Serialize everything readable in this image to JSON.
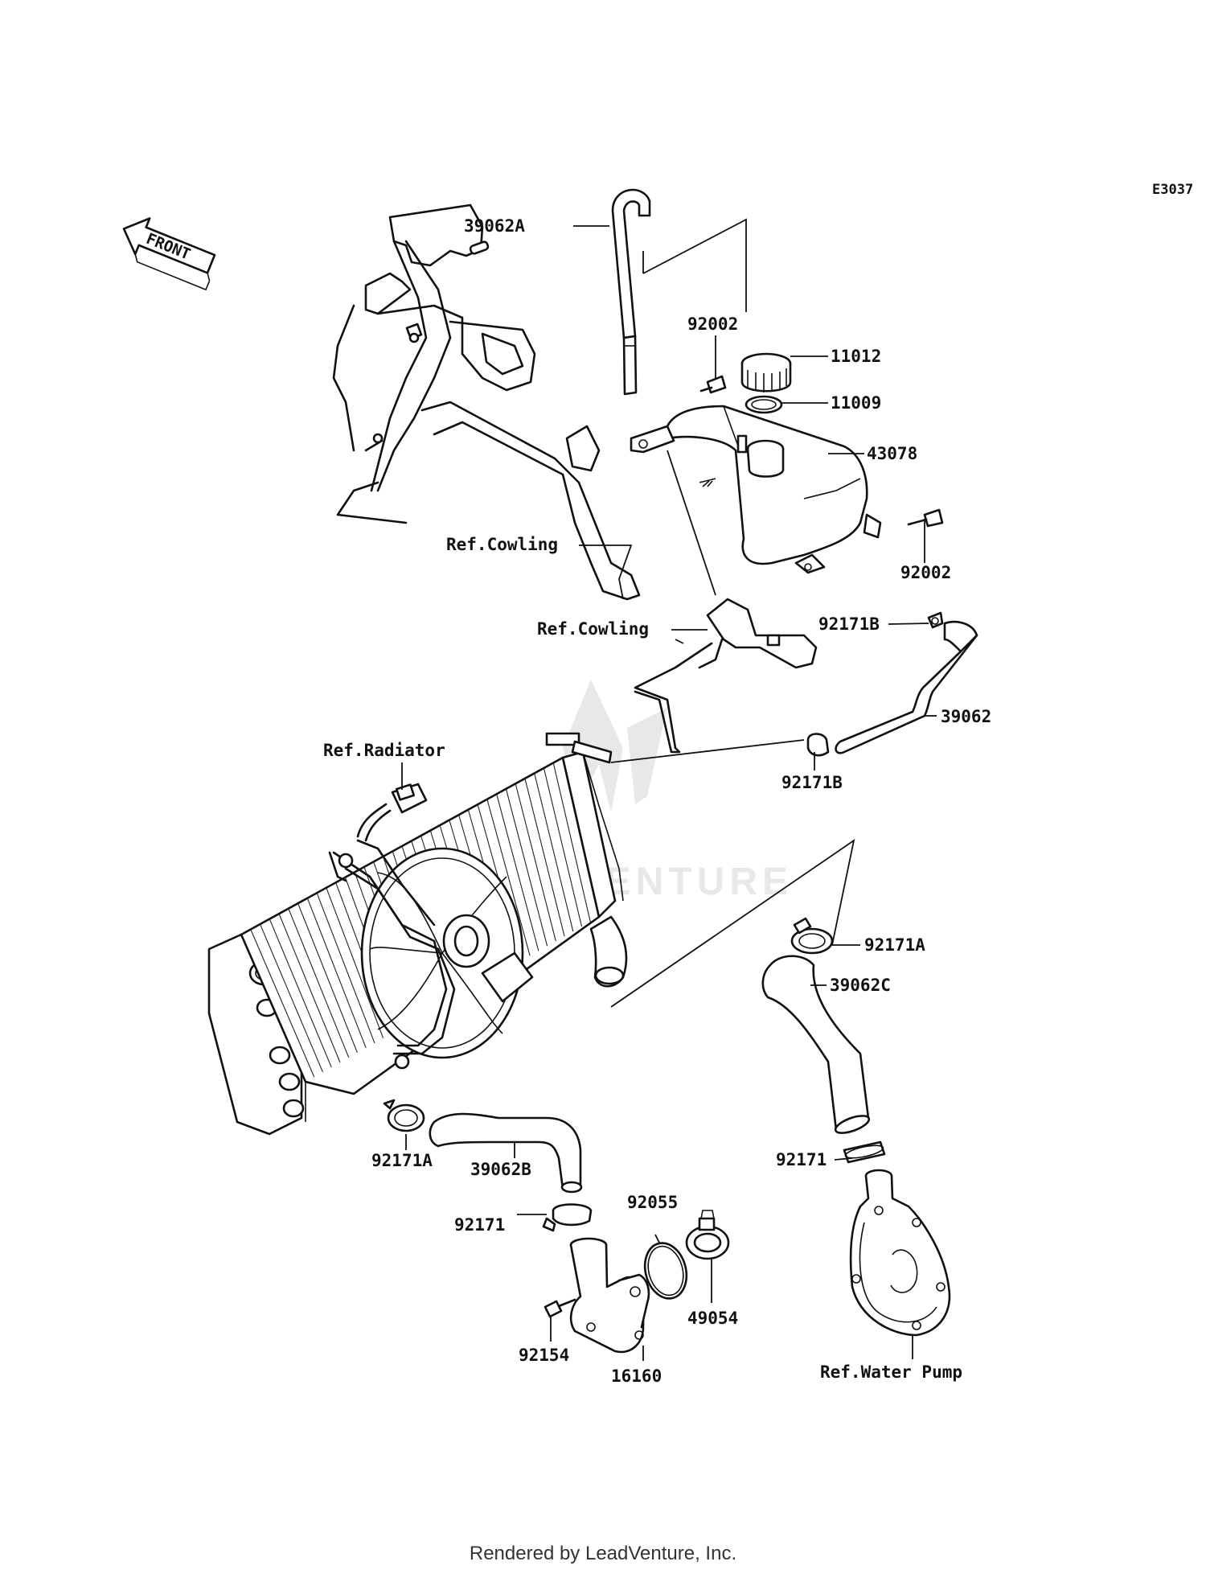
{
  "diagram_code": "E3037",
  "front_label": "FRONT",
  "footer": "Rendered by LeadVenture, Inc.",
  "watermark": "LEADVENTURE",
  "callouts": {
    "p39062A": "39062A",
    "p92002_top": "92002",
    "p11012": "11012",
    "p11009": "11009",
    "p43078": "43078",
    "p92002_right": "92002",
    "ref_cowling_1": "Ref.Cowling",
    "ref_cowling_2": "Ref.Cowling",
    "p92171B_upper": "92171B",
    "p39062": "39062",
    "p92171B_lower": "92171B",
    "ref_radiator": "Ref.Radiator",
    "p92171A_right": "92171A",
    "p39062C": "39062C",
    "p92171_right": "92171",
    "p92171A_left": "92171A",
    "p39062B": "39062B",
    "p92055": "92055",
    "p92171_left": "92171",
    "p49054": "49054",
    "p92154": "92154",
    "p16160": "16160",
    "ref_water_pump": "Ref.Water Pump"
  }
}
